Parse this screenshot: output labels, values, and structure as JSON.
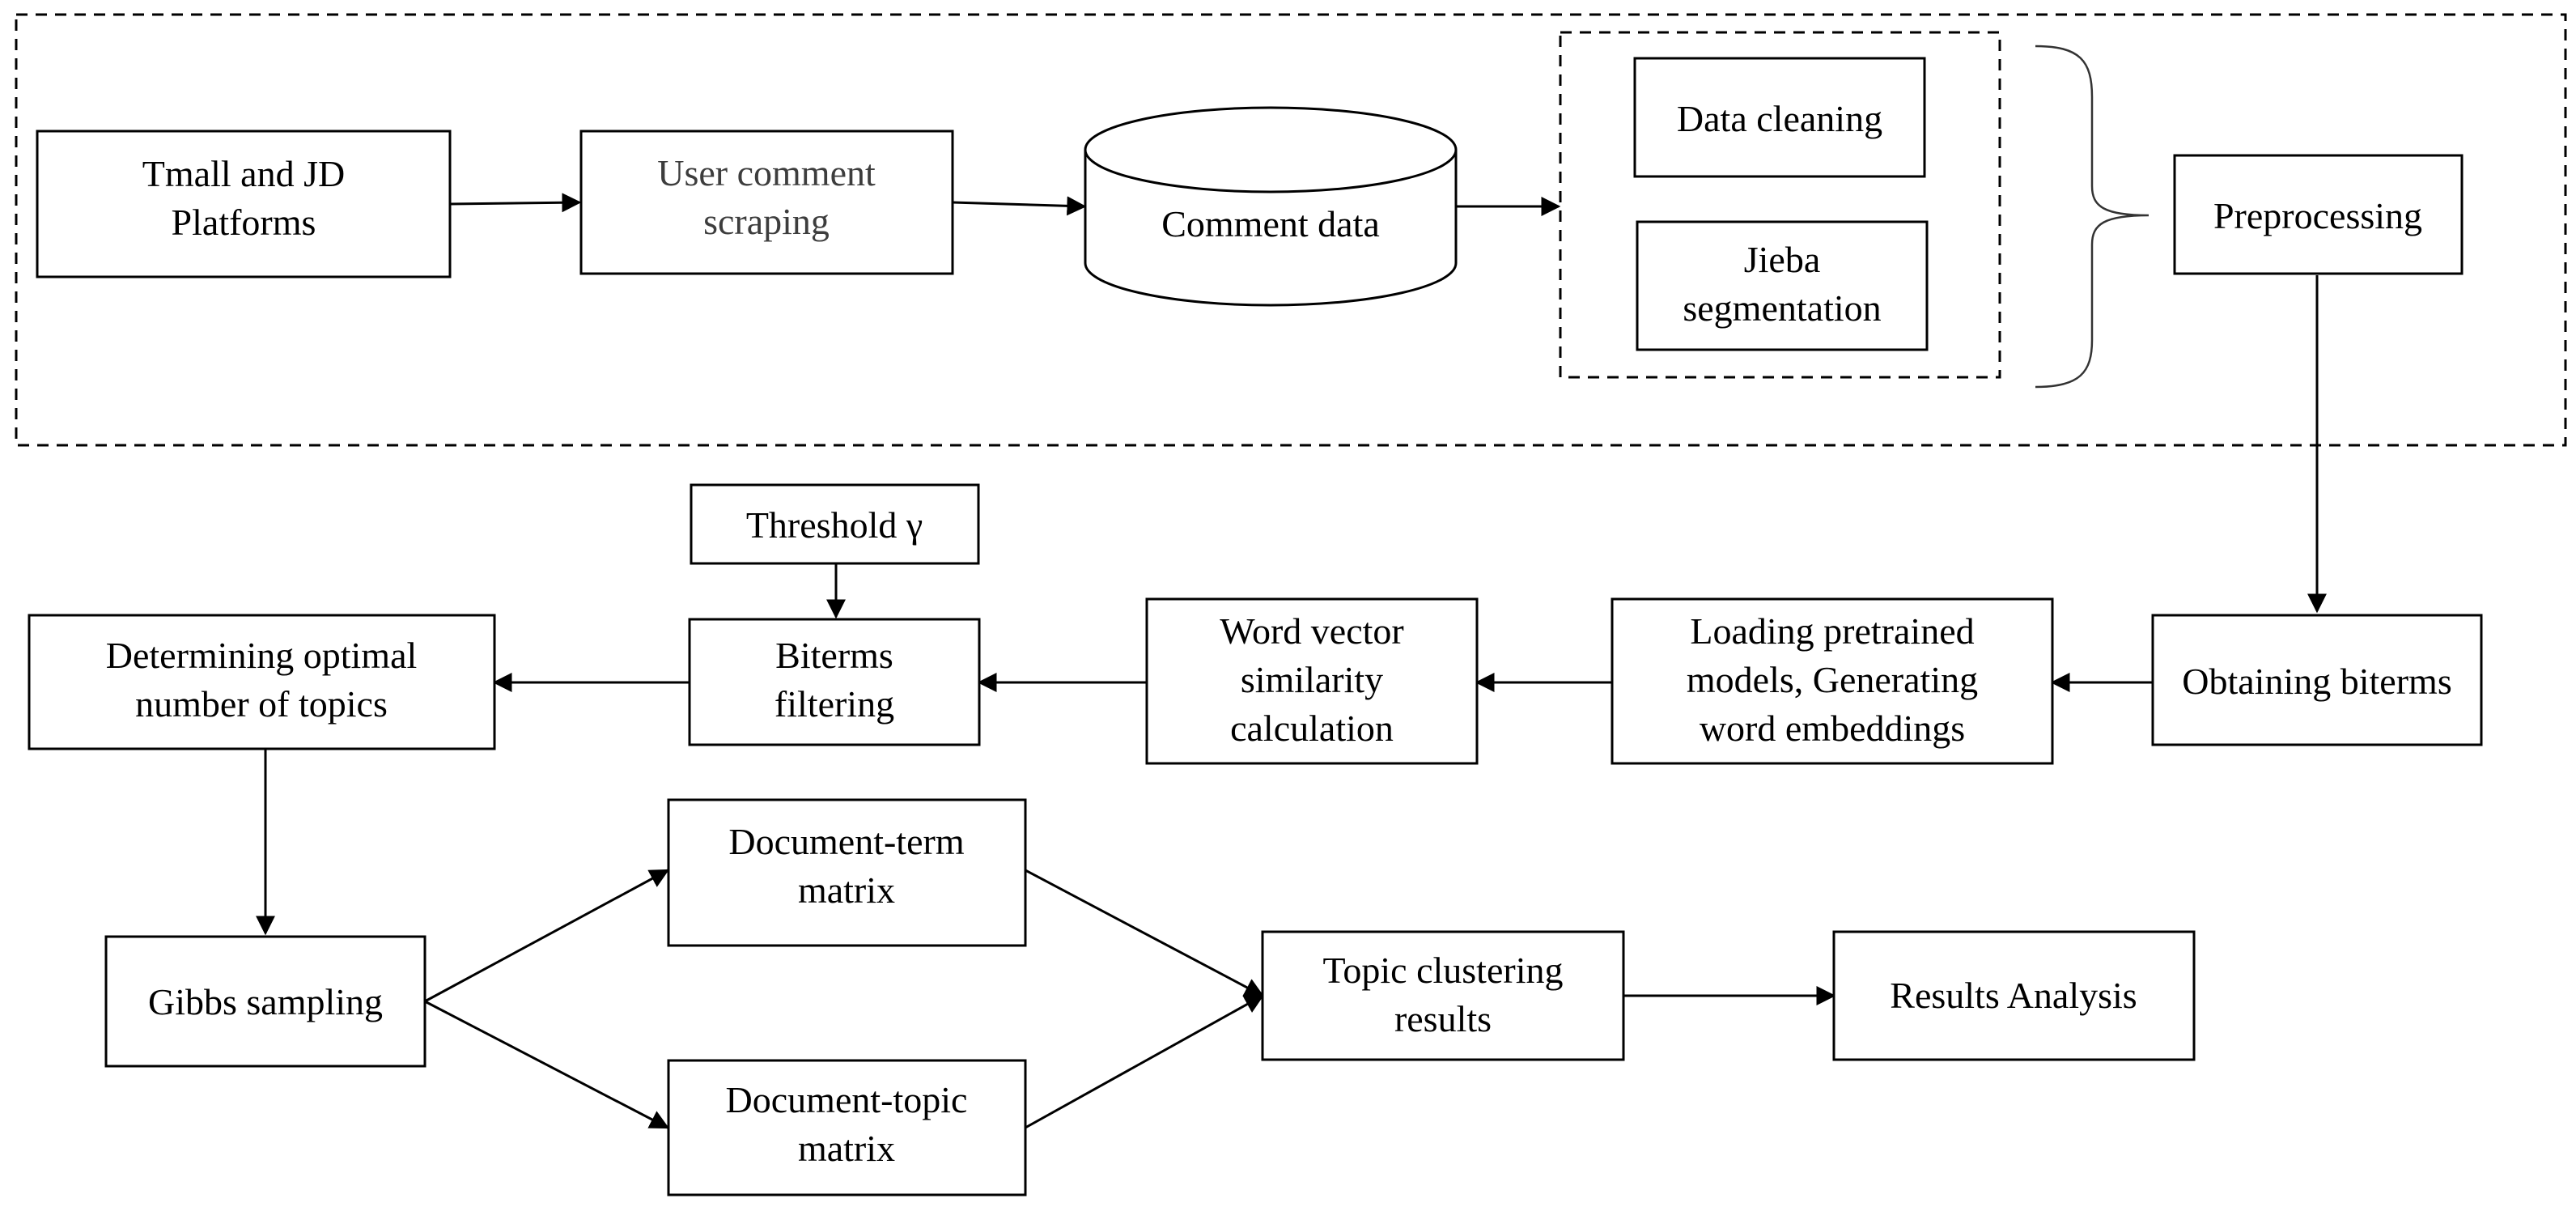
{
  "nodes": {
    "tmall_jd": [
      "Tmall and JD",
      "Platforms"
    ],
    "scraping": [
      "User comment",
      "scraping"
    ],
    "comment_data": [
      "Comment data"
    ],
    "data_cleaning": [
      "Data cleaning"
    ],
    "jieba": [
      "Jieba",
      "segmentation"
    ],
    "preprocessing": [
      "Preprocessing"
    ],
    "obtaining_biterms": [
      "Obtaining biterms"
    ],
    "loading_models": [
      "Loading pretrained",
      "models, Generating",
      "word embeddings"
    ],
    "word_vector": [
      "Word vector",
      "similarity",
      "calculation"
    ],
    "threshold": [
      "Threshold γ"
    ],
    "biterms_filtering": [
      "Biterms",
      "filtering"
    ],
    "optimal_topics": [
      "Determining optimal",
      "number of topics"
    ],
    "gibbs": [
      "Gibbs sampling"
    ],
    "doc_term": [
      "Document-term",
      "matrix"
    ],
    "doc_topic": [
      "Document-topic",
      "matrix"
    ],
    "topic_clustering": [
      "Topic clustering",
      "results"
    ],
    "results_analysis": [
      "Results Analysis"
    ]
  }
}
